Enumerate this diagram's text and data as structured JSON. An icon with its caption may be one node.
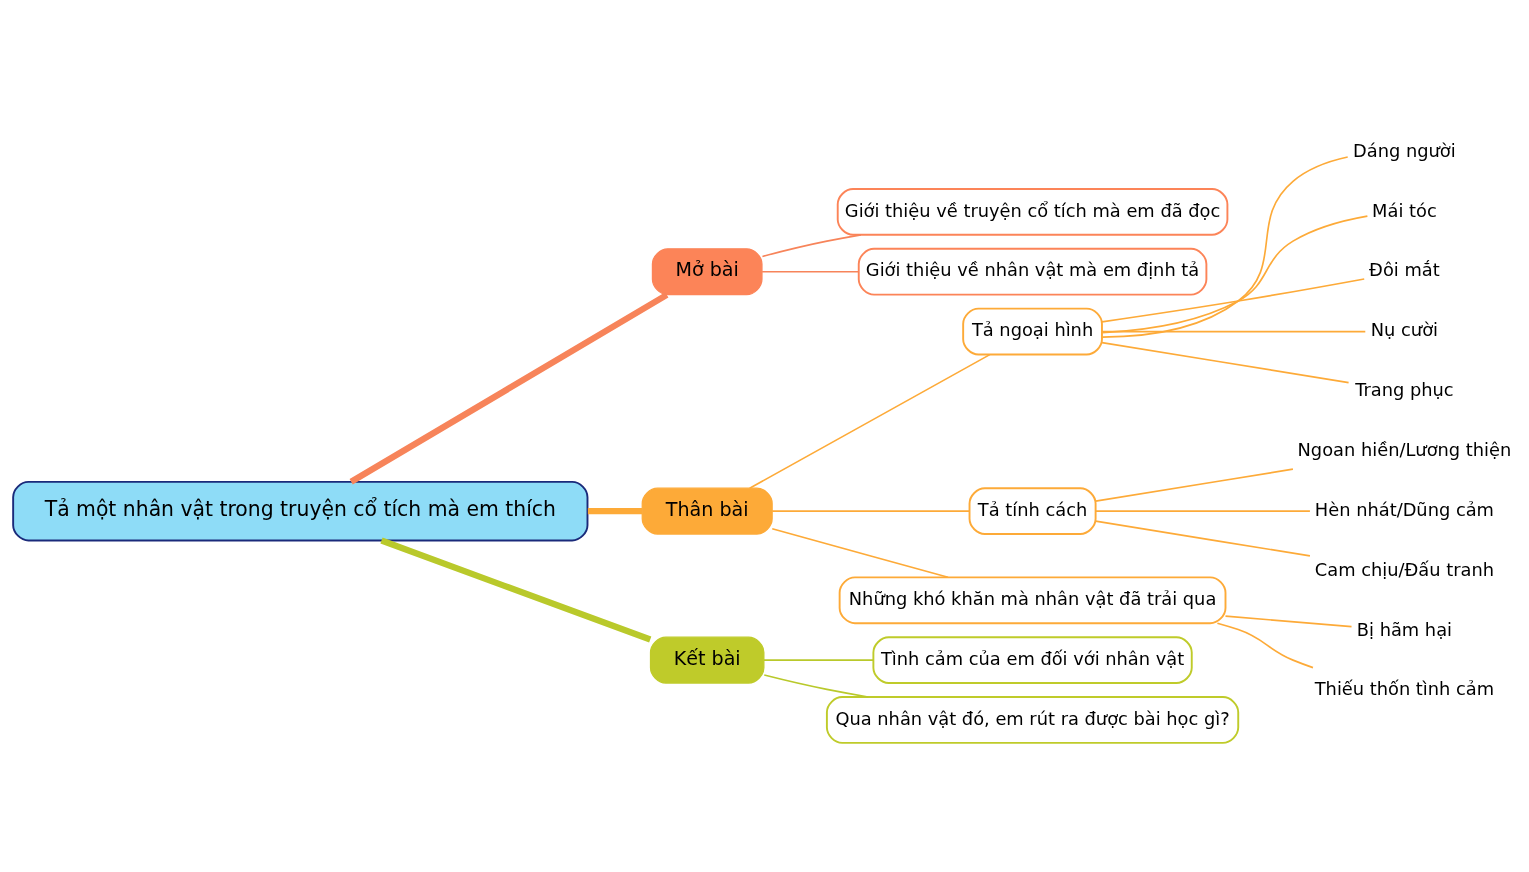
{
  "diagram": {
    "nodes": [
      {
        "text": [
          "Tả một nhân vật trong truyện cổ tích mà em thích"
        ]
      },
      {
        "text": [
          "Mở bài"
        ]
      },
      {
        "text": [
          "Giới thiệu về truyện cổ tích mà em đã đọc"
        ]
      },
      {
        "text": [
          "Giới thiệu về nhân vật mà em định tả"
        ]
      },
      {
        "text": [
          "Thân bài"
        ]
      },
      {
        "text": [
          "Tả ngoại hình"
        ]
      },
      {
        "text": [
          "Dáng người"
        ]
      },
      {
        "text": [
          "Mái tóc"
        ]
      },
      {
        "text": [
          "Đôi mắt"
        ]
      },
      {
        "text": [
          "Nụ cười"
        ]
      },
      {
        "text": [
          "Trang phục"
        ]
      },
      {
        "text": [
          "Tả tính cách"
        ]
      },
      {
        "text": [
          "Ngoan hiền/Lương thiện"
        ]
      },
      {
        "text": [
          "Hèn nhát/Dũng cảm"
        ]
      },
      {
        "text": [
          "Cam chịu/Đấu tranh"
        ]
      },
      {
        "text": [
          "Những khó khăn mà nhân vật đã trải qua"
        ]
      },
      {
        "text": [
          "Bị hãm hại"
        ]
      },
      {
        "text": [
          "Thiếu thốn tình cảm"
        ]
      },
      {
        "text": [
          "Kết bài"
        ]
      },
      {
        "text": [
          "Tình cảm của em đối với nhân vật"
        ]
      },
      {
        "text": [
          "Qua nhân vật đó, em rút ra được bài học gì?"
        ]
      }
    ],
    "edges": [
      {
        "from": 0,
        "to": 1,
        "arrow": "none",
        "style": "thick",
        "color": "#f7845a"
      },
      {
        "from": 1,
        "to": 2,
        "arrow": "none",
        "color": "#f7845a"
      },
      {
        "from": 1,
        "to": 3,
        "arrow": "none",
        "color": "#f7845a"
      },
      {
        "from": 0,
        "to": 4,
        "arrow": "none",
        "style": "thick"
      },
      {
        "from": 4,
        "to": 5,
        "arrow": "none"
      },
      {
        "from": 5,
        "to": 6,
        "arrow": "none"
      },
      {
        "from": 5,
        "to": 7,
        "arrow": "none"
      },
      {
        "from": 5,
        "to": 8,
        "arrow": "none"
      },
      {
        "from": 5,
        "to": 9,
        "arrow": "none"
      },
      {
        "from": 5,
        "to": 10,
        "arrow": "none"
      },
      {
        "from": 4,
        "to": 11,
        "arrow": "none"
      },
      {
        "from": 11,
        "to": 12,
        "arrow": "none"
      },
      {
        "from": 11,
        "to": 13,
        "arrow": "none"
      },
      {
        "from": 11,
        "to": 14,
        "arrow": "none"
      },
      {
        "from": 4,
        "to": 15,
        "arrow": "none"
      },
      {
        "from": 15,
        "to": 16,
        "arrow": "none"
      },
      {
        "from": 15,
        "to": 17,
        "arrow": "none"
      },
      {
        "from": 0,
        "to": 18,
        "arrow": "none",
        "style": "thick",
        "color": "#b9c92b"
      },
      {
        "from": 18,
        "to": 19,
        "arrow": "none",
        "color": "#b9c92b"
      },
      {
        "from": 18,
        "to": 20,
        "arrow": "none",
        "color": "#b9c92b"
      }
    ]
  }
}
